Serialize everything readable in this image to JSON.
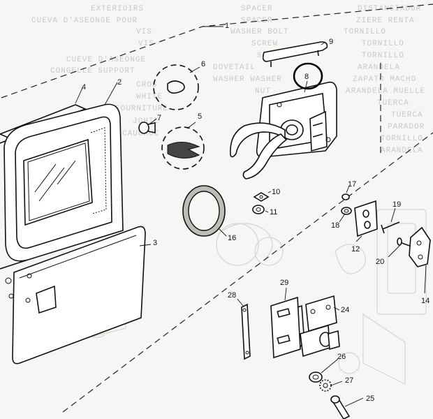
{
  "background_text": {
    "left_column": [
      "EXTERIOIRS",
      "CUEVA D'ASEONGE POUR",
      "VIS",
      "VIS",
      "CUEVE D'ASEONGE",
      "CONGELLE SUPPORT",
      "CROS",
      "WHITE",
      "FOURNITURE",
      "JOHIE",
      "CAUCHUC"
    ],
    "middle_column": [
      "SPACER",
      "SPACER",
      "WASHER BOLT",
      "SCREW",
      "SCREW",
      "DOVETAIL",
      "WASHER WASHER",
      "NUT"
    ],
    "right_column": [
      "DISTANCIADOR",
      "ZIERE RENTA",
      "TORNILLO",
      "TORNILLO",
      "TORNILLO",
      "ARANDELA",
      "ZAPATO MACHO",
      "ARANDELA MUELLE",
      "TUERCA",
      "TUERCA",
      "PARADOR",
      "TORNILLO",
      "ARANDELA"
    ]
  },
  "callouts": [
    {
      "id": "1",
      "label": "1"
    },
    {
      "id": "2",
      "label": "2"
    },
    {
      "id": "3",
      "label": "3"
    },
    {
      "id": "4",
      "label": "4"
    },
    {
      "id": "5",
      "label": "5"
    },
    {
      "id": "6",
      "label": "6"
    },
    {
      "id": "7",
      "label": "7"
    },
    {
      "id": "8",
      "label": "8",
      "highlighted": true
    },
    {
      "id": "9",
      "label": "9"
    },
    {
      "id": "10",
      "label": "10"
    },
    {
      "id": "11",
      "label": "11"
    },
    {
      "id": "12",
      "label": "12"
    },
    {
      "id": "14",
      "label": "14"
    },
    {
      "id": "16",
      "label": "16"
    },
    {
      "id": "17",
      "label": "17"
    },
    {
      "id": "18",
      "label": "18"
    },
    {
      "id": "19",
      "label": "19"
    },
    {
      "id": "20",
      "label": "20"
    },
    {
      "id": "24",
      "label": "24"
    },
    {
      "id": "25",
      "label": "25"
    },
    {
      "id": "26",
      "label": "26"
    },
    {
      "id": "27",
      "label": "27"
    },
    {
      "id": "28",
      "label": "28"
    },
    {
      "id": "29",
      "label": "29"
    }
  ],
  "colors": {
    "ink": "#111111",
    "paper": "#f6f6f4",
    "ghost_text": "#c9c9c6",
    "highlight_ring": "#000000"
  }
}
